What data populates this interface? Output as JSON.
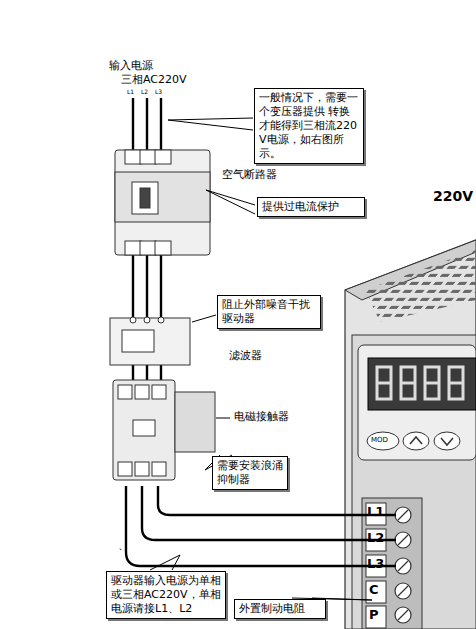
{
  "diagram": {
    "nodes": [
      {
        "text": [
          "一般情况下，需要一个变压器提供 转换才能得到三相流220V电源，如右图所示。"
        ]
      },
      {
        "text": [
          "提供过电流保护"
        ]
      },
      {
        "text": [
          "阻止外部噪音干扰驱动器"
        ]
      },
      {
        "text": [
          "需要安装浪涌抑制器"
        ]
      },
      {
        "text": [
          "驱动器输入电源为单相或三相AC220V，单相电源请接L1、L2"
        ]
      },
      {
        "text": [
          "外置制动电阻"
        ]
      }
    ],
    "labels": [
      "输入电源",
      "三相AC220V",
      "L1",
      "L2",
      "L3",
      "空气断路器",
      "滤波器",
      "电磁接触器",
      "220V",
      "MOD",
      "L1",
      "L2",
      "L3",
      "C",
      "P",
      "、"
    ]
  }
}
